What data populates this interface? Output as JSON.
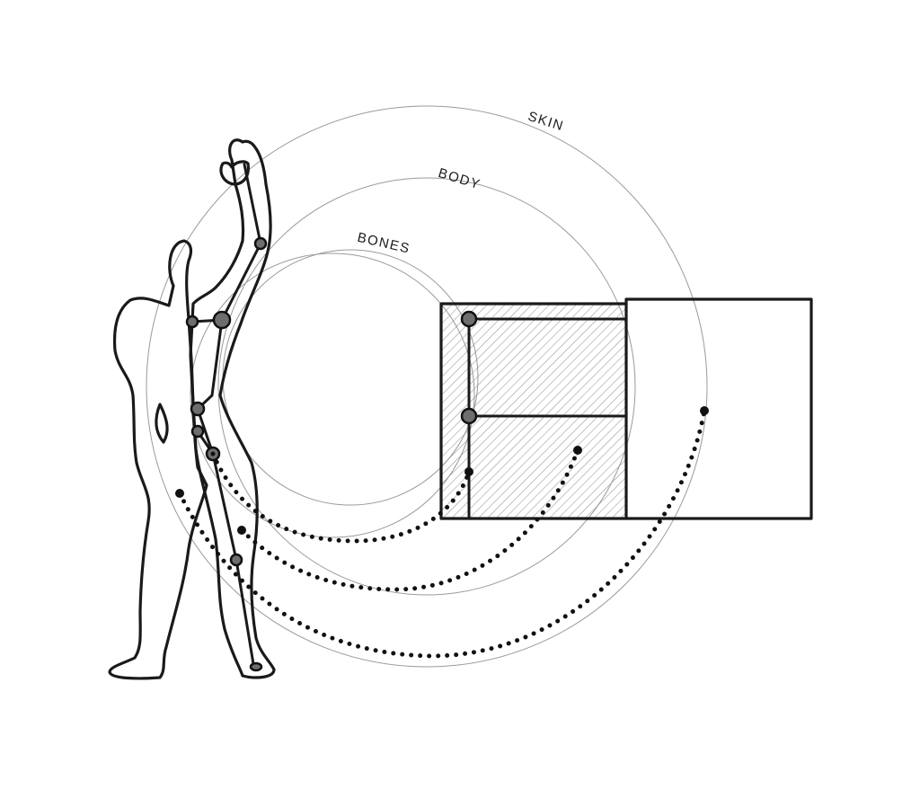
{
  "labels": {
    "skin": "SKIN",
    "body": "BODY",
    "bones": "BONES"
  },
  "colors": {
    "ink": "#1a1a1a",
    "circle": "#9a9a9a",
    "hatch": "#8c8c8c",
    "joint": "#6e6e6e",
    "background": "#ffffff"
  }
}
